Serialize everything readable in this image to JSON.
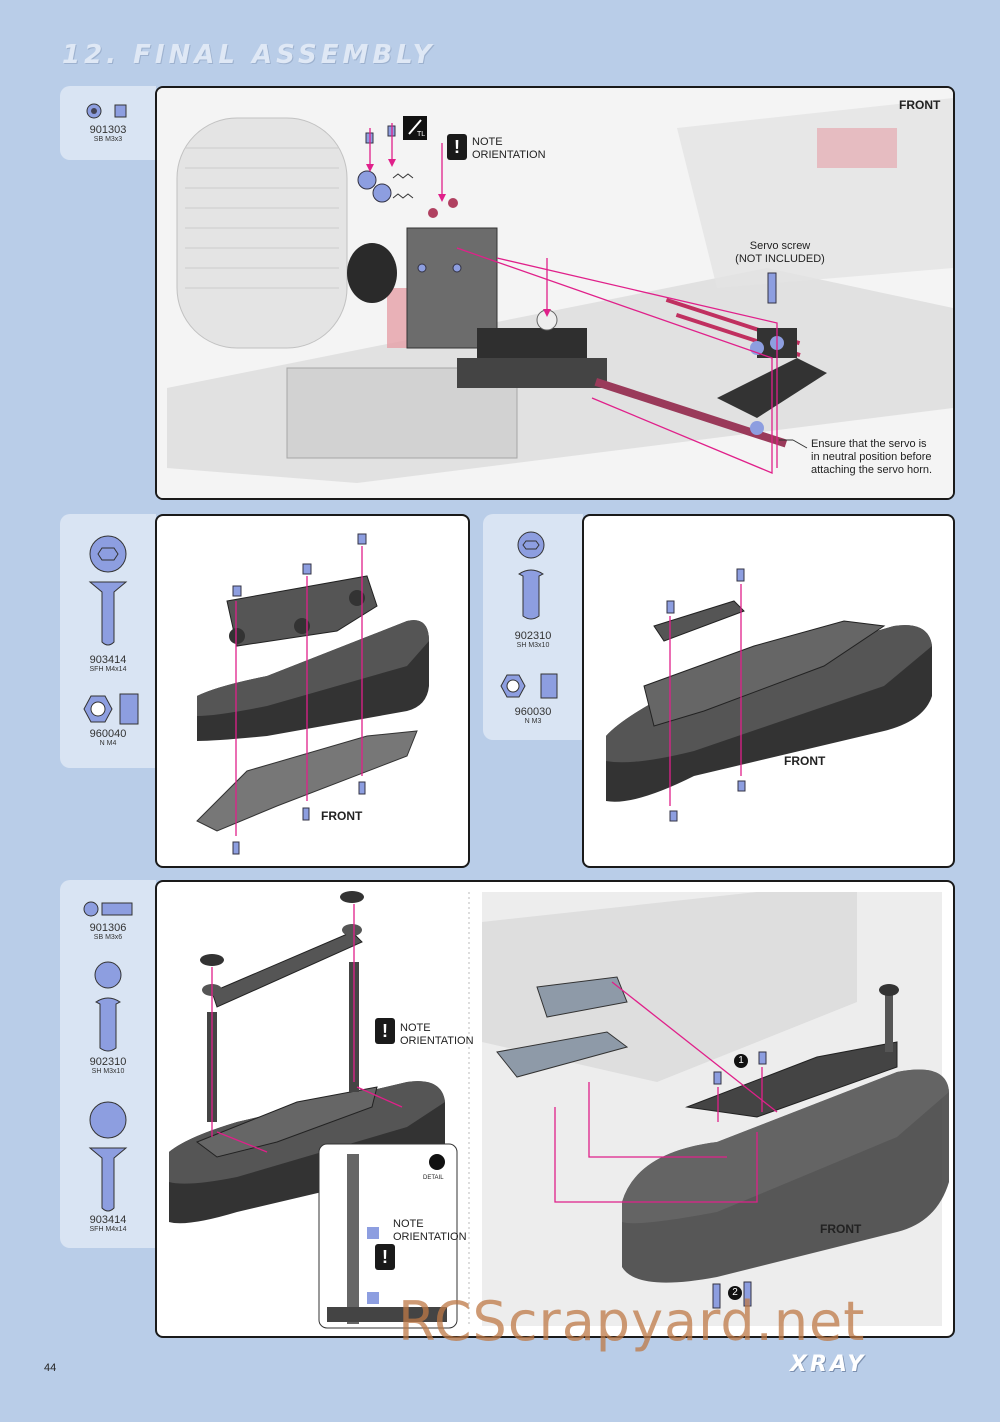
{
  "page": {
    "title": "12. FINAL ASSEMBLY",
    "page_number": "44",
    "brand": "XRAY",
    "watermark": "RCScrapyard.net"
  },
  "step1": {
    "parts": [
      {
        "code": "901303",
        "desc": "SB M3x3"
      }
    ],
    "note": "NOTE\nORIENTATION",
    "front": "FRONT",
    "servo_screw": "Servo screw\n(NOT INCLUDED)",
    "servo_note": "Ensure that the servo is\nin neutral position before\nattaching the servo horn.",
    "tool_icon": "TL"
  },
  "step2": {
    "parts": [
      {
        "code": "903414",
        "desc": "SFH M4x14"
      },
      {
        "code": "960040",
        "desc": "N M4"
      }
    ],
    "front": "FRONT"
  },
  "step3": {
    "parts": [
      {
        "code": "902310",
        "desc": "SH M3x10"
      },
      {
        "code": "960030",
        "desc": "N M3"
      }
    ],
    "front": "FRONT"
  },
  "step4": {
    "parts": [
      {
        "code": "901306",
        "desc": "SB M3x6"
      },
      {
        "code": "902310",
        "desc": "SH M3x10"
      },
      {
        "code": "903414",
        "desc": "SFH M4x14"
      }
    ],
    "note": "NOTE\nORIENTATION",
    "detail_note": "NOTE\nORIENTATION",
    "detail_label": "DETAIL",
    "front": "FRONT",
    "step_markers": [
      "1",
      "2"
    ]
  },
  "colors": {
    "background": "#b9cde8",
    "accent": "#e0208a",
    "part_blue": "#8d9ee0"
  }
}
